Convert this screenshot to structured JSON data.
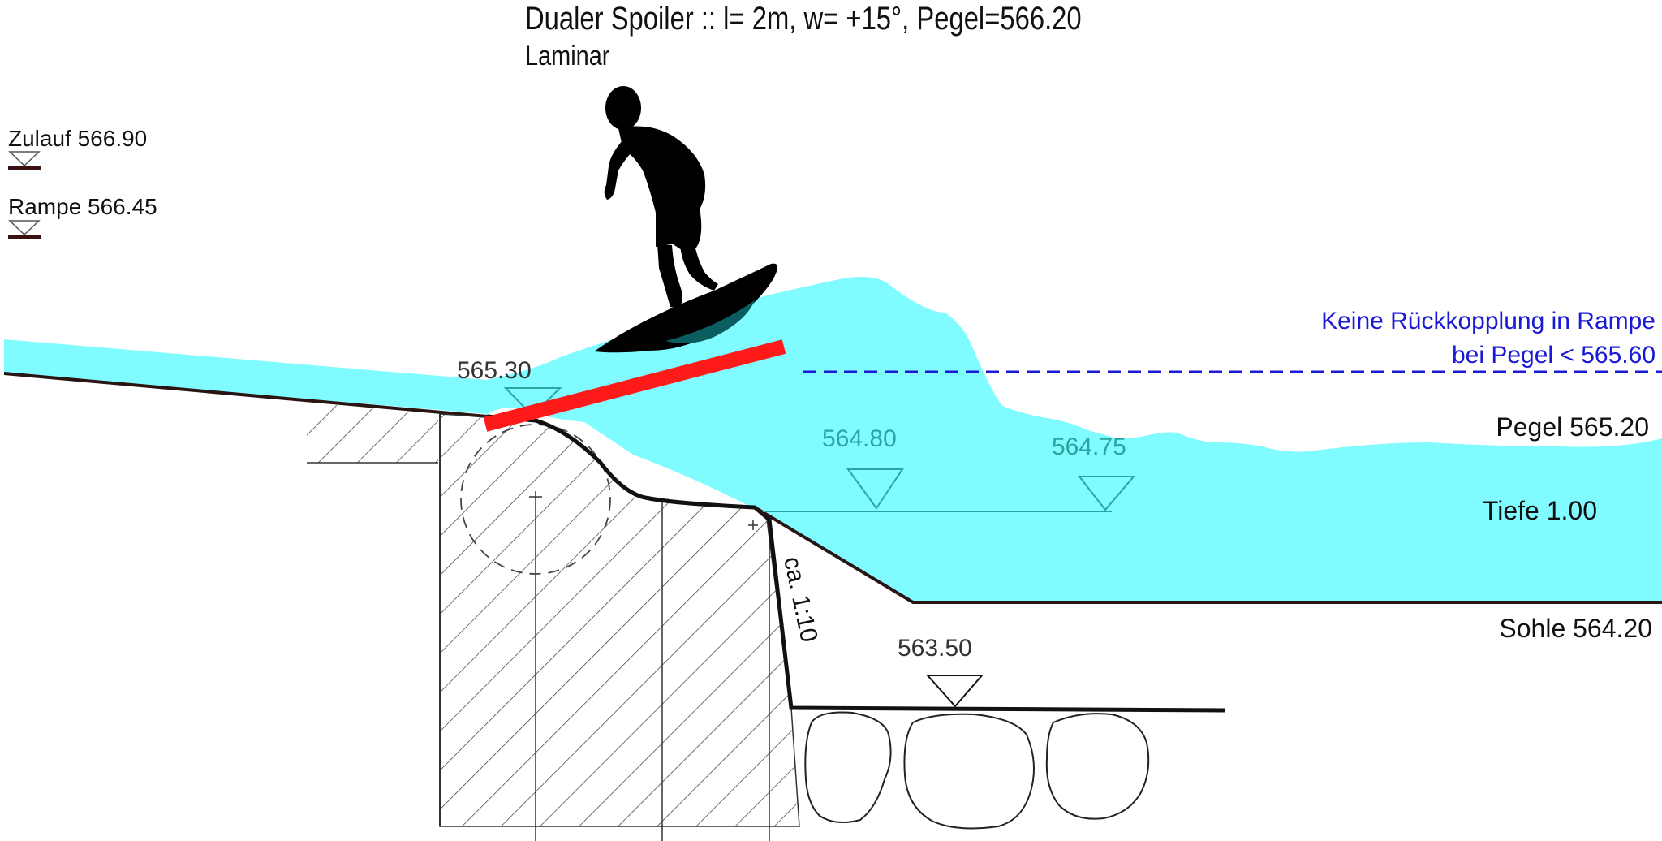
{
  "title": "Dualer Spoiler :: l= 2m, w= +15°, Pegel=566.20",
  "subtitle": "Laminar",
  "legend": {
    "zulauf": "Zulauf 566.90",
    "rampe": "Rampe 566.45"
  },
  "note": {
    "line1": "Keine Rückkopplung in Rampe",
    "line2": "bei Pegel < 565.60"
  },
  "levels": {
    "l1": "565.30",
    "l2": "564.80",
    "l3": "564.75",
    "l4": "563.50"
  },
  "slope": "ca. 1:10",
  "right_labels": {
    "pegel": "Pegel 565.20",
    "tiefe": "Tiefe 1.00",
    "sohle": "Sohle 564.20"
  },
  "colors": {
    "water": "#80fbff",
    "spoiler": "#ff1a1a",
    "note": "#1a1ad6",
    "level_marks": "#2aa5a0",
    "outline": "#1a1a1a"
  },
  "icons": {
    "surfer": "surfer-silhouette-icon",
    "level_marker": "water-level-triangle-icon"
  }
}
